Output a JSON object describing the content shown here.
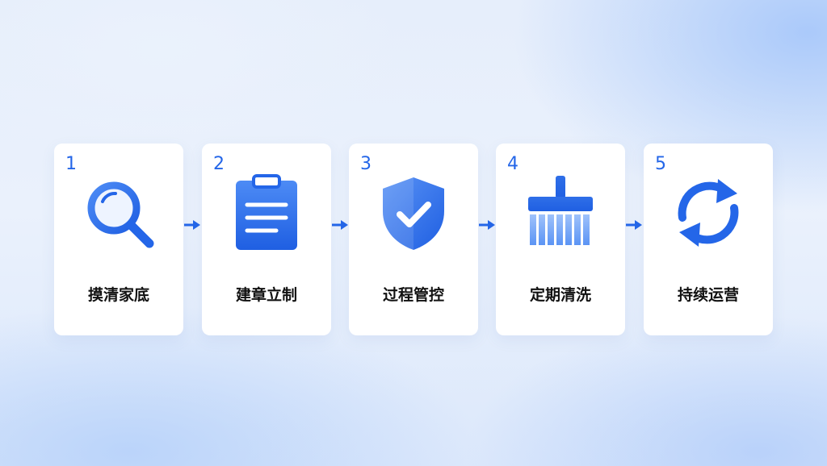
{
  "colors": {
    "accent": "#2466e8",
    "accent_light": "#5a93f5",
    "label": "#111111",
    "card": "#ffffff"
  },
  "steps": [
    {
      "number": "1",
      "label": "摸清家底",
      "icon": "magnifier-icon"
    },
    {
      "number": "2",
      "label": "建章立制",
      "icon": "clipboard-icon"
    },
    {
      "number": "3",
      "label": "过程管控",
      "icon": "shield-check-icon"
    },
    {
      "number": "4",
      "label": "定期清洗",
      "icon": "brush-icon"
    },
    {
      "number": "5",
      "label": "持续运营",
      "icon": "refresh-cycle-icon"
    }
  ],
  "connector_icon": "arrow-right-icon"
}
